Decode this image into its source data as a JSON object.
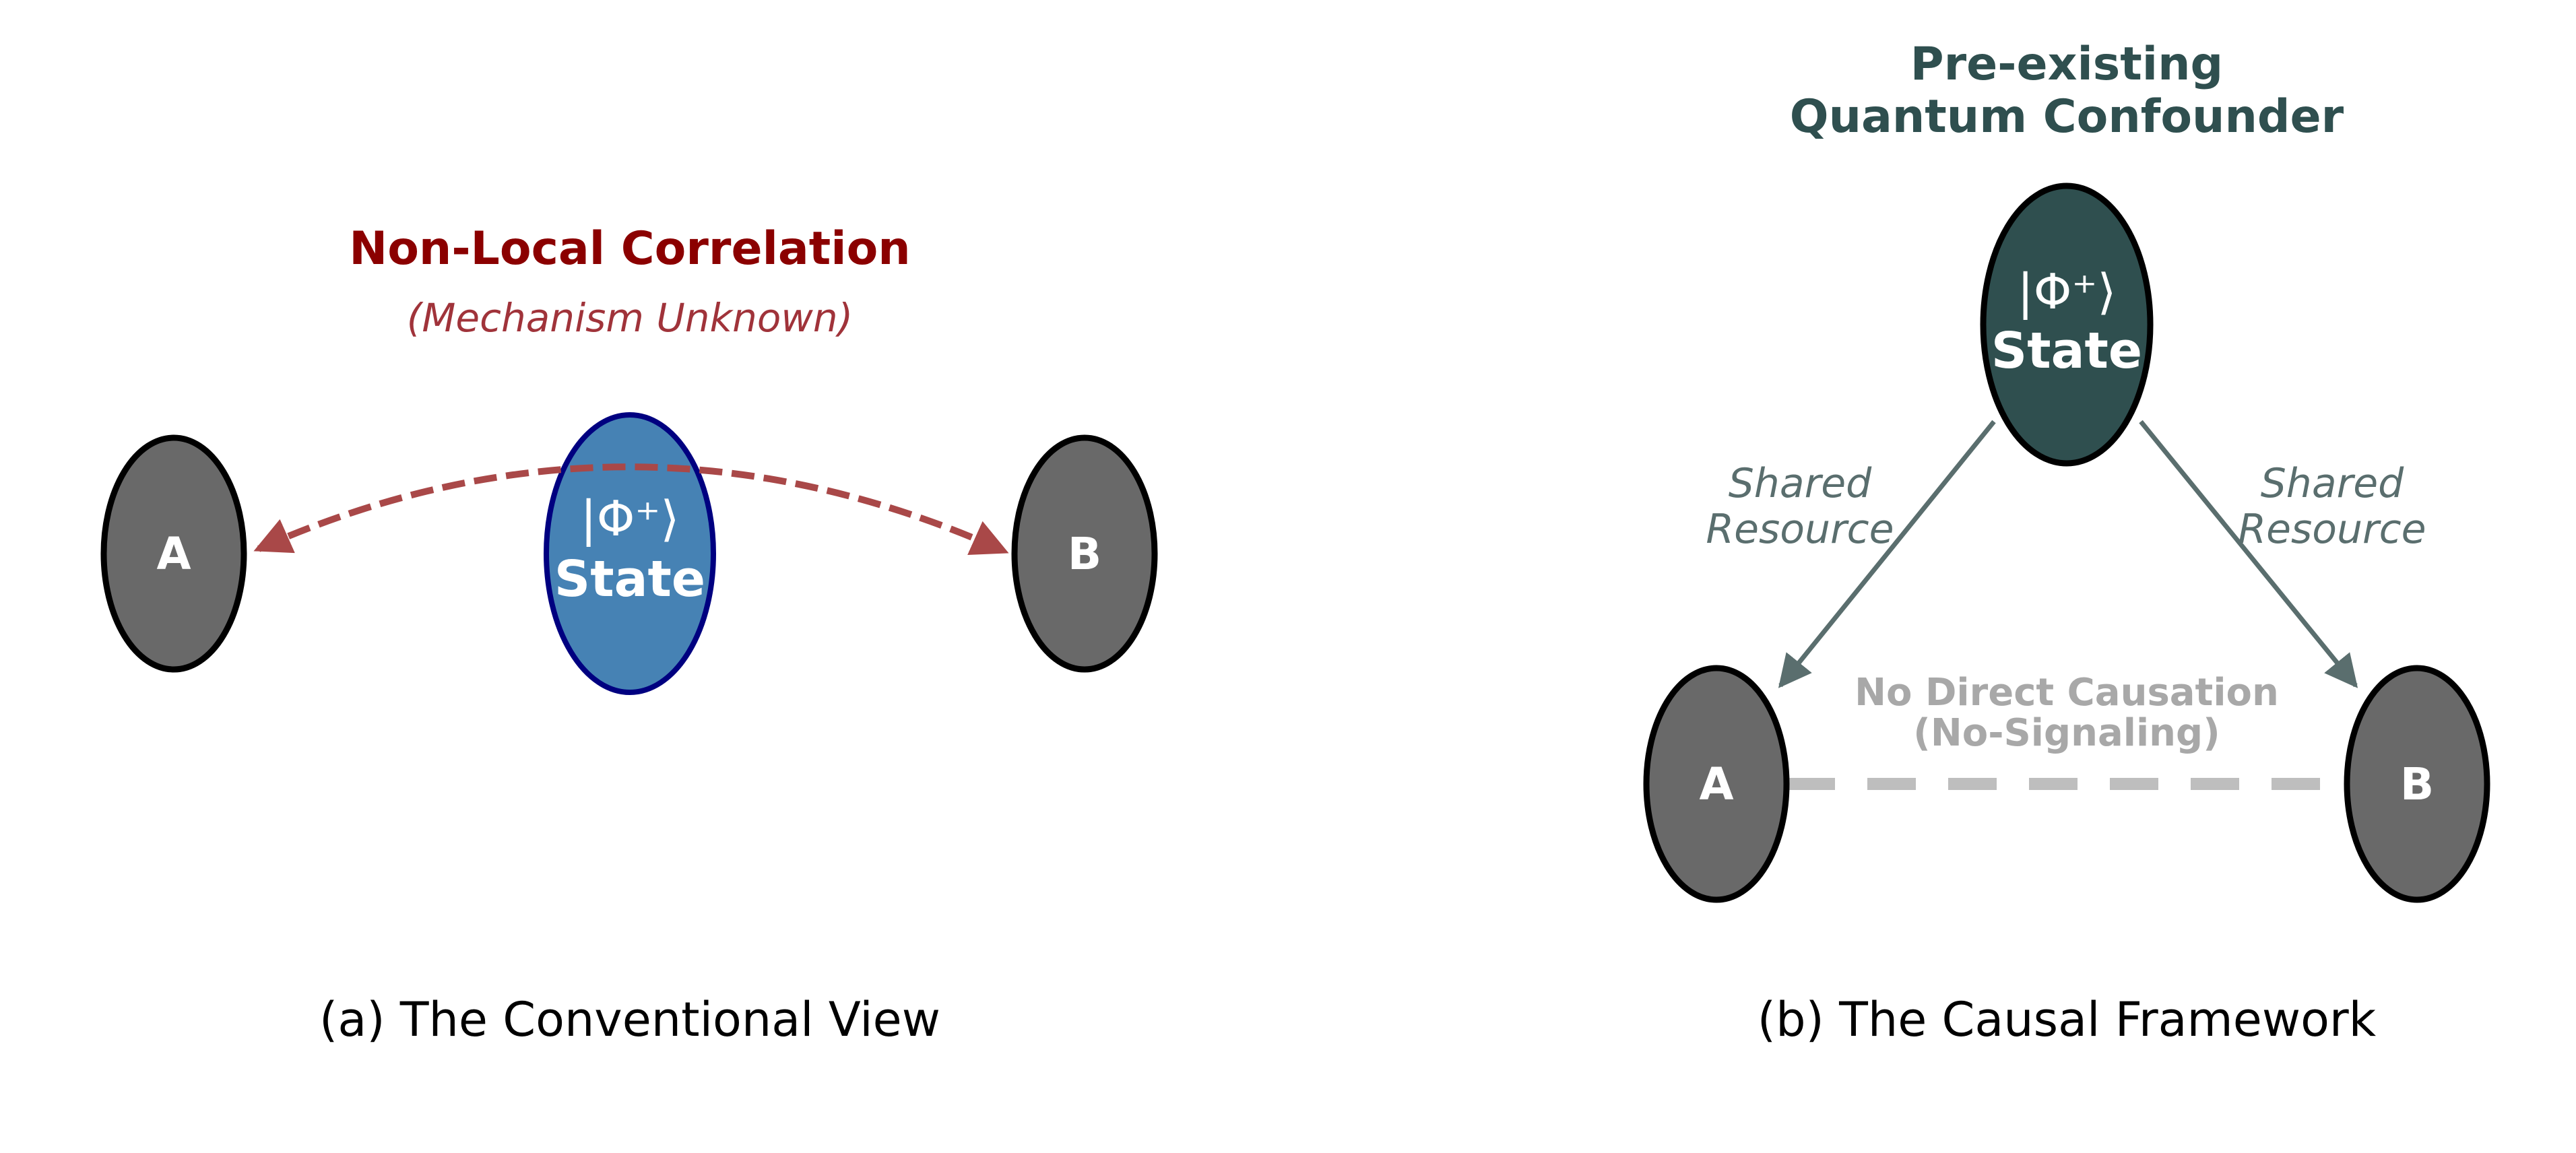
{
  "colors": {
    "node_gray": "#696969",
    "state_blue": "#4682b4",
    "state_blue_border": "#000080",
    "confounder": "#2f4f4f",
    "correlation": "#a94848",
    "title_red": "#8b0000",
    "subtitle_red": "#a0333a",
    "arrow_slate": "#5a6e6e",
    "no_causation": "#a8a8a8",
    "dashed_gray": "#bebebe"
  },
  "panel_a": {
    "title": "Non-Local Correlation",
    "subtitle": "(Mechanism Unknown)",
    "node_a": "A",
    "node_b": "B",
    "state_ket": "|Φ⁺⟩",
    "state_label": "State",
    "caption": "(a) The Conventional View"
  },
  "panel_b": {
    "confounder_title_line1": "Pre-existing",
    "confounder_title_line2": "Quantum Confounder",
    "state_ket": "|Φ⁺⟩",
    "state_label": "State",
    "left_arrow_label_line1": "Shared",
    "left_arrow_label_line2": "Resource",
    "right_arrow_label_line1": "Shared",
    "right_arrow_label_line2": "Resource",
    "no_causation_line1": "No Direct Causation",
    "no_causation_line2": "(No-Signaling)",
    "node_a": "A",
    "node_b": "B",
    "caption": "(b) The Causal Framework"
  }
}
